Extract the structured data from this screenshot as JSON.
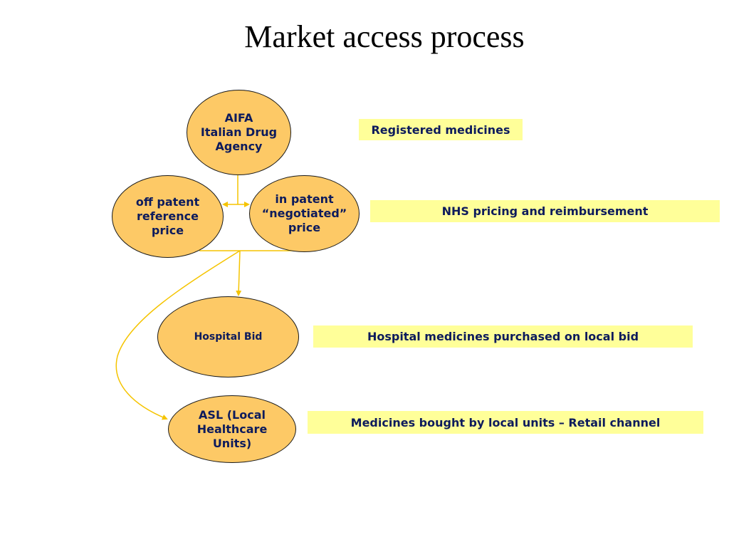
{
  "slide": {
    "title": "Market access process"
  },
  "nodes": {
    "aifa": "AIFA\nItalian Drug\nAgency",
    "off_patent": "off patent\nreference\nprice",
    "in_patent": "in patent\n“negotiated”\nprice",
    "hospital_bid": "Hospital Bid",
    "asl": "ASL (Local\nHealthcare\nUnits)"
  },
  "labels": {
    "registered": "Registered medicines",
    "nhs": "NHS pricing and reimbursement",
    "hospital": "Hospital medicines purchased on local bid",
    "retail": "Medicines bought by local units – Retail channel"
  },
  "colors": {
    "node_fill": "#fdc966",
    "label_fill": "#ffff99",
    "text": "#0d1b5c",
    "connector": "#f5c400"
  }
}
